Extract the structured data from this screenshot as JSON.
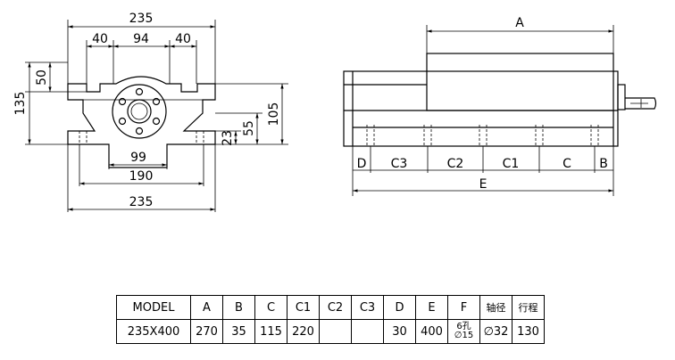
{
  "front_view": {
    "dims": {
      "top_width": "235",
      "left_jaw": "40",
      "center": "94",
      "right_jaw": "40",
      "jaw_height": "50",
      "overall_height": "135",
      "height_105": "105",
      "height_55": "55",
      "height_23": "23",
      "slot_width": "99",
      "base_inner": "190",
      "base_width": "235"
    }
  },
  "side_view": {
    "dims": {
      "A": "A",
      "D": "D",
      "C3": "C3",
      "C2": "C2",
      "C1": "C1",
      "C": "C",
      "B": "B",
      "E": "E"
    }
  },
  "spec_table": {
    "headers": [
      "MODEL",
      "A",
      "B",
      "C",
      "C1",
      "C2",
      "C3",
      "D",
      "E",
      "F",
      "轴径",
      "行程"
    ],
    "row": {
      "model": "235X400",
      "A": "270",
      "B": "35",
      "C": "115",
      "C1": "220",
      "C2": "",
      "C3": "",
      "D": "30",
      "E": "400",
      "F_line1": "6孔",
      "F_line2": "∅15",
      "shaft": "∅32",
      "stroke": "130"
    }
  }
}
